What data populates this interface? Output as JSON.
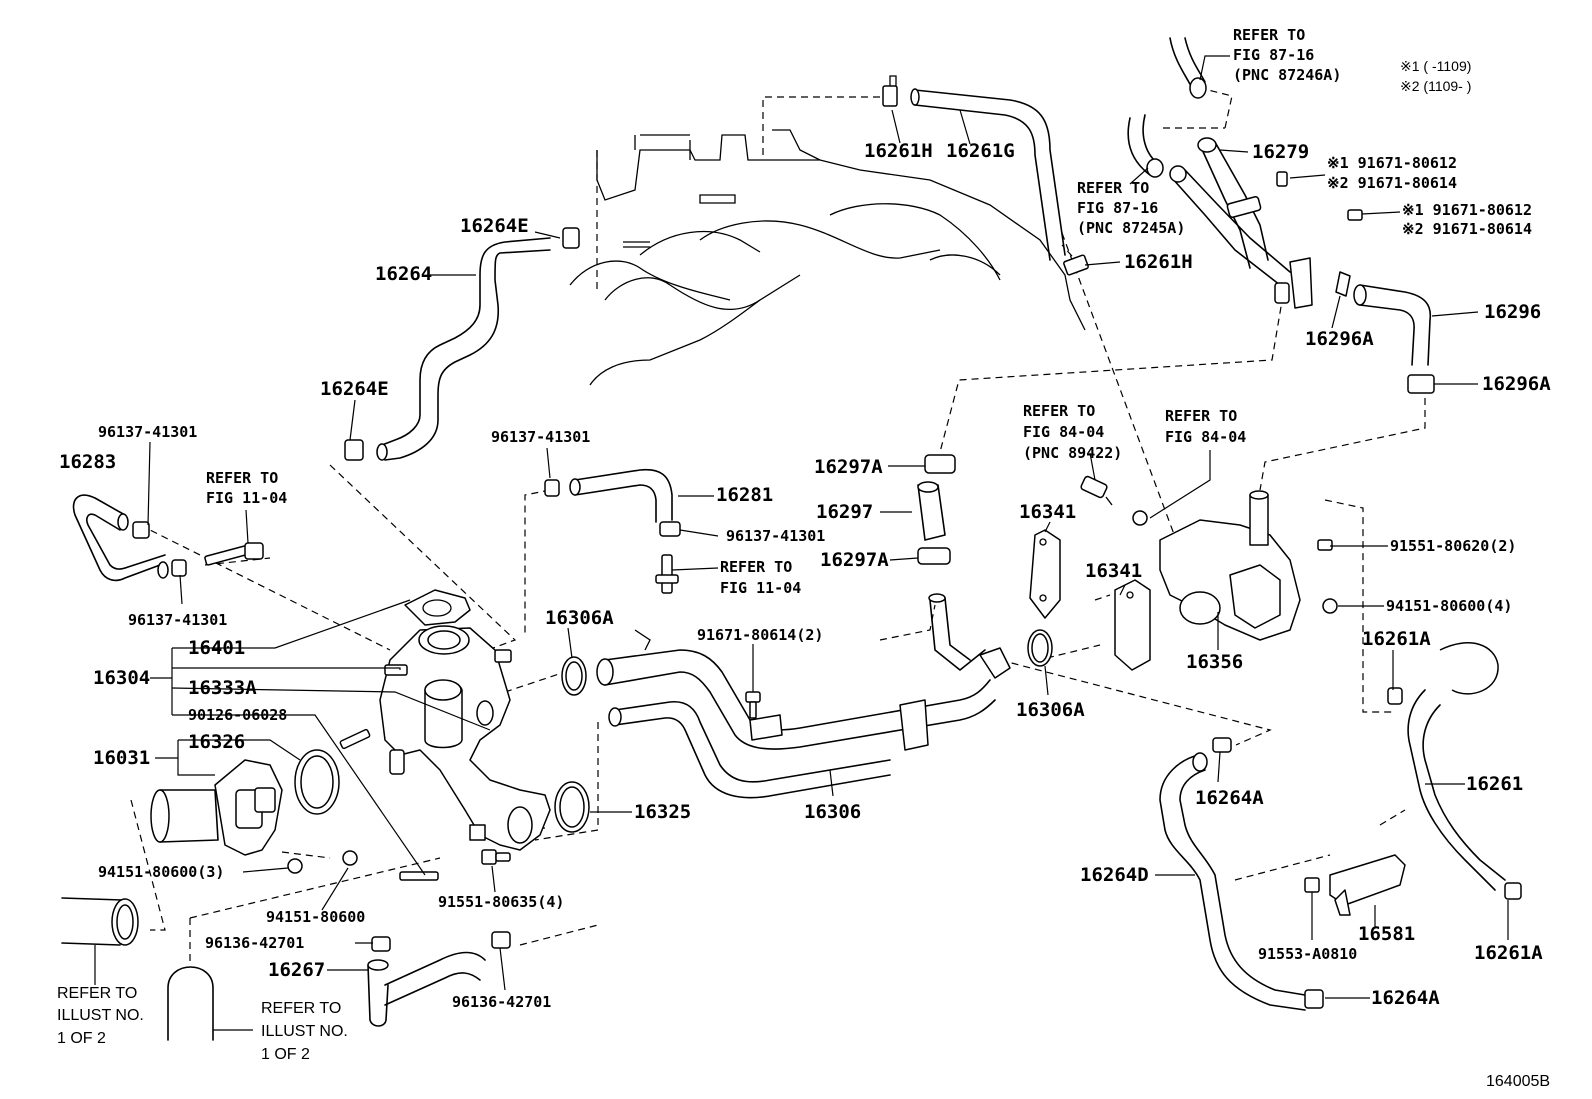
{
  "figure_id": "164005B",
  "notes": {
    "note1": "※1 (     -1109)",
    "note2": "※2 (1109-     )"
  },
  "references": {
    "ref_87_16_a": [
      "REFER TO",
      "FIG 87-16",
      "(PNC 87246A)"
    ],
    "ref_87_16_b": [
      "REFER TO",
      "FIG 87-16",
      "(PNC 87245A)"
    ],
    "ref_11_04_a": [
      "REFER TO",
      "FIG 11-04"
    ],
    "ref_11_04_b": [
      "REFER TO",
      "FIG 11-04"
    ],
    "ref_84_04_a": [
      "REFER TO",
      "FIG 84-04",
      "(PNC 89422)"
    ],
    "ref_84_04_b": [
      "REFER TO",
      "FIG 84-04"
    ],
    "ref_illust_a": [
      "REFER TO",
      "ILLUST NO.",
      "1 OF 2"
    ],
    "ref_illust_b": [
      "REFER TO",
      "ILLUST NO.",
      "1 OF 2"
    ]
  },
  "labels": {
    "p16261H_top": "16261H",
    "p16261G": "16261G",
    "p16279": "16279",
    "p91671_80612_a": "※1 91671-80612",
    "p91671_80614_a": "※2 91671-80614",
    "p91671_80612_b": "※1 91671-80612",
    "p91671_80614_b": "※2 91671-80614",
    "p16264E_top": "16264E",
    "p16264": "16264",
    "p16261H_mid": "16261H",
    "p16296A_left": "16296A",
    "p16296": "16296",
    "p16296A_right": "16296A",
    "p16264E_low": "16264E",
    "p96137_41301_a": "96137-41301",
    "p16283": "16283",
    "p96137_41301_b": "96137-41301",
    "p96137_41301_c": "96137-41301",
    "p16281": "16281",
    "p96137_41301_d": "96137-41301",
    "p16297A_top": "16297A",
    "p16297": "16297",
    "p16297A_low": "16297A",
    "p16341_a": "16341",
    "p16341_b": "16341",
    "p91551_80620": "91551-80620(2)",
    "p94151_80600_4": "94151-80600(4)",
    "p16356": "16356",
    "p16261A_top": "16261A",
    "p16306A_top": "16306A",
    "p91671_80614_2": "91671-80614(2)",
    "p16401": "16401",
    "p16304": "16304",
    "p16333A": "16333A",
    "p90126_06028": "90126-06028",
    "p16306A_low": "16306A",
    "p16031": "16031",
    "p16326": "16326",
    "p16325": "16325",
    "p16306": "16306",
    "p16264A_top": "16264A",
    "p16261": "16261",
    "p94151_80600_3": "94151-80600(3)",
    "p91551_80635": "91551-80635(4)",
    "p16264D": "16264D",
    "p94151_80600": "94151-80600",
    "p16581": "16581",
    "p91553_A0810": "91553-A0810",
    "p16261A_low": "16261A",
    "p96136_42701_a": "96136-42701",
    "p16267": "16267",
    "p96136_42701_b": "96136-42701",
    "p16264A_low": "16264A"
  }
}
